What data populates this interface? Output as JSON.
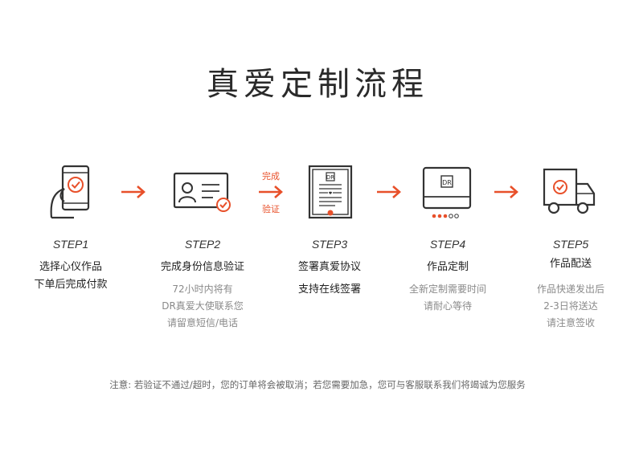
{
  "title": "真爱定制流程",
  "arrow_labels": {
    "top": "完成",
    "bottom": "验证"
  },
  "steps": [
    {
      "label": "STEP1",
      "main": [
        "选择心仪作品",
        "下单后完成付款"
      ],
      "sub": []
    },
    {
      "label": "STEP2",
      "main": [
        "完成身份信息验证"
      ],
      "sub": [
        "72小时内将有",
        "DR真爱大使联系您",
        "请留意短信/电话"
      ]
    },
    {
      "label": "STEP3",
      "main": [
        "签署真爱协议",
        "支持在线签署"
      ],
      "sub": []
    },
    {
      "label": "STEP4",
      "main": [
        "作品定制"
      ],
      "sub": [
        "全新定制需要时间",
        "请耐心等待"
      ]
    },
    {
      "label": "STEP5",
      "main": [
        "作品配送"
      ],
      "sub": [
        "作品快递发出后",
        "2-3日将送达",
        "请注意签收"
      ]
    }
  ],
  "note": "注意: 若验证不通过/超时，您的订单将会被取消；若您需要加急，您可与客服联系我们将竭诚为您服务",
  "colors": {
    "accent": "#e8502a",
    "dark": "#333333",
    "muted": "#8a8a8a"
  }
}
